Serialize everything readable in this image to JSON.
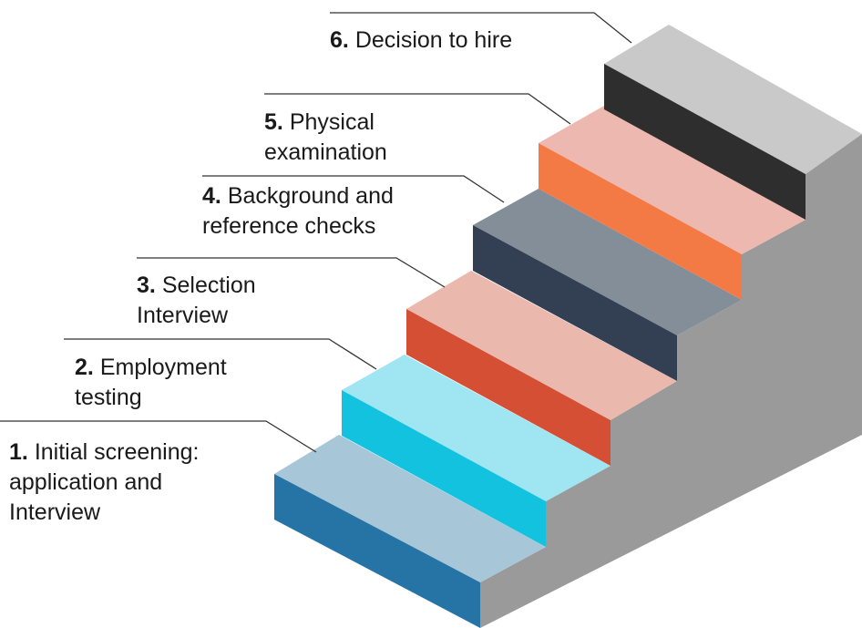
{
  "colors": {
    "side": "#9a9a9a",
    "leader": "#333333"
  },
  "steps": [
    {
      "number": "1.",
      "lines": [
        "Initial screening:",
        "application and",
        "Interview"
      ],
      "top_color": "#a7c6d8",
      "riser_color": "#2674a5"
    },
    {
      "number": "2.",
      "lines": [
        "Employment",
        "testing"
      ],
      "top_color": "#9fe5f2",
      "riser_color": "#13c2de"
    },
    {
      "number": "3.",
      "lines": [
        "Selection",
        "Interview"
      ],
      "top_color": "#ebb8ad",
      "riser_color": "#d44f34"
    },
    {
      "number": "4.",
      "lines": [
        "Background and",
        "reference checks"
      ],
      "top_color": "#838e98",
      "riser_color": "#333f52"
    },
    {
      "number": "5.",
      "lines": [
        "Physical",
        "examination"
      ],
      "top_color": "#edb8af",
      "riser_color": "#f47a45"
    },
    {
      "number": "6.",
      "lines": [
        "Decision to hire"
      ],
      "top_color": "#c9c9c9",
      "riser_color": "#2e2e2e"
    }
  ]
}
